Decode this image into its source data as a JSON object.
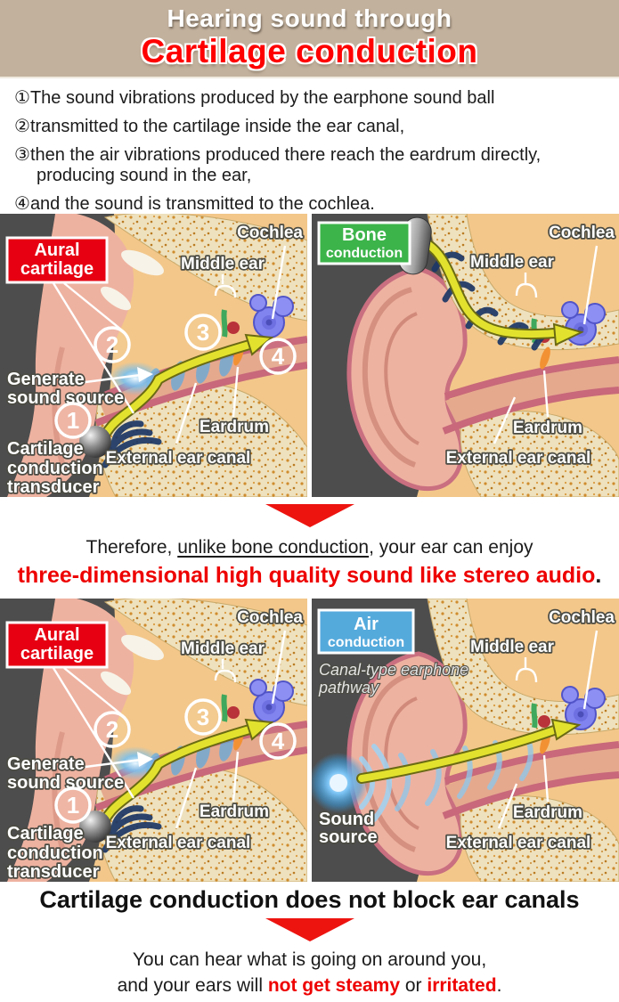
{
  "colors": {
    "header_bg": "#c2b19d",
    "title_red": "#ff0000",
    "aural_badge_red": "#e60012",
    "bone_badge_green": "#3cb44a",
    "air_badge_blue": "#55aadc",
    "down_arrow_red": "#ed1410",
    "emphasis_red": "#ee0000",
    "panel_bg_dark": "#4d4d4d",
    "sound_path_yellow": "#e2e22e"
  },
  "header": {
    "line1": "Hearing sound through",
    "line2": "Cartilage conduction"
  },
  "steps": [
    {
      "num": "①",
      "text": "The sound vibrations produced by the earphone sound ball"
    },
    {
      "num": "②",
      "text": "transmitted to the cartilage inside the ear canal,"
    },
    {
      "num": "③",
      "text": "then the air vibrations produced there reach the eardrum directly, producing sound in the ear,"
    },
    {
      "num": "④",
      "text": "and the sound is transmitted to the cochlea."
    }
  ],
  "anatomy_labels": {
    "cochlea": "Cochlea",
    "middle_ear": "Middle ear",
    "eardrum": "Eardrum",
    "external_ear_canal": "External ear canal"
  },
  "cartilage_panel": {
    "badge_l1": "Aural",
    "badge_l2": "cartilage",
    "generate_l1": "Generate",
    "generate_l2": "sound source",
    "transducer_l1": "Cartilage",
    "transducer_l2": "conduction",
    "transducer_l3": "transducer",
    "step1": "1",
    "step2": "2",
    "step3": "3",
    "step4": "4"
  },
  "bone_panel": {
    "badge_l1": "Bone",
    "badge_l2": "conduction"
  },
  "air_panel": {
    "badge_l1": "Air",
    "badge_l2": "conduction",
    "note_l1": "Canal-type earphone",
    "note_l2": "pathway",
    "source_l1": "Sound",
    "source_l2": "source"
  },
  "mid": {
    "line1_pre": "Therefore, ",
    "line1_underlined": "unlike bone conduction",
    "line1_post": ", your ear can enjoy",
    "line2_red": "three-dimensional high quality sound like stereo audio",
    "line2_period": "."
  },
  "bottom": {
    "headline": "Cartilage conduction does not block ear canals",
    "line1": "You can hear what is going on around you,",
    "line2_pre": "and your ears will ",
    "line2_red1": "not get steamy",
    "line2_mid": " or ",
    "line2_red2": "irritated",
    "line2_period": "."
  }
}
